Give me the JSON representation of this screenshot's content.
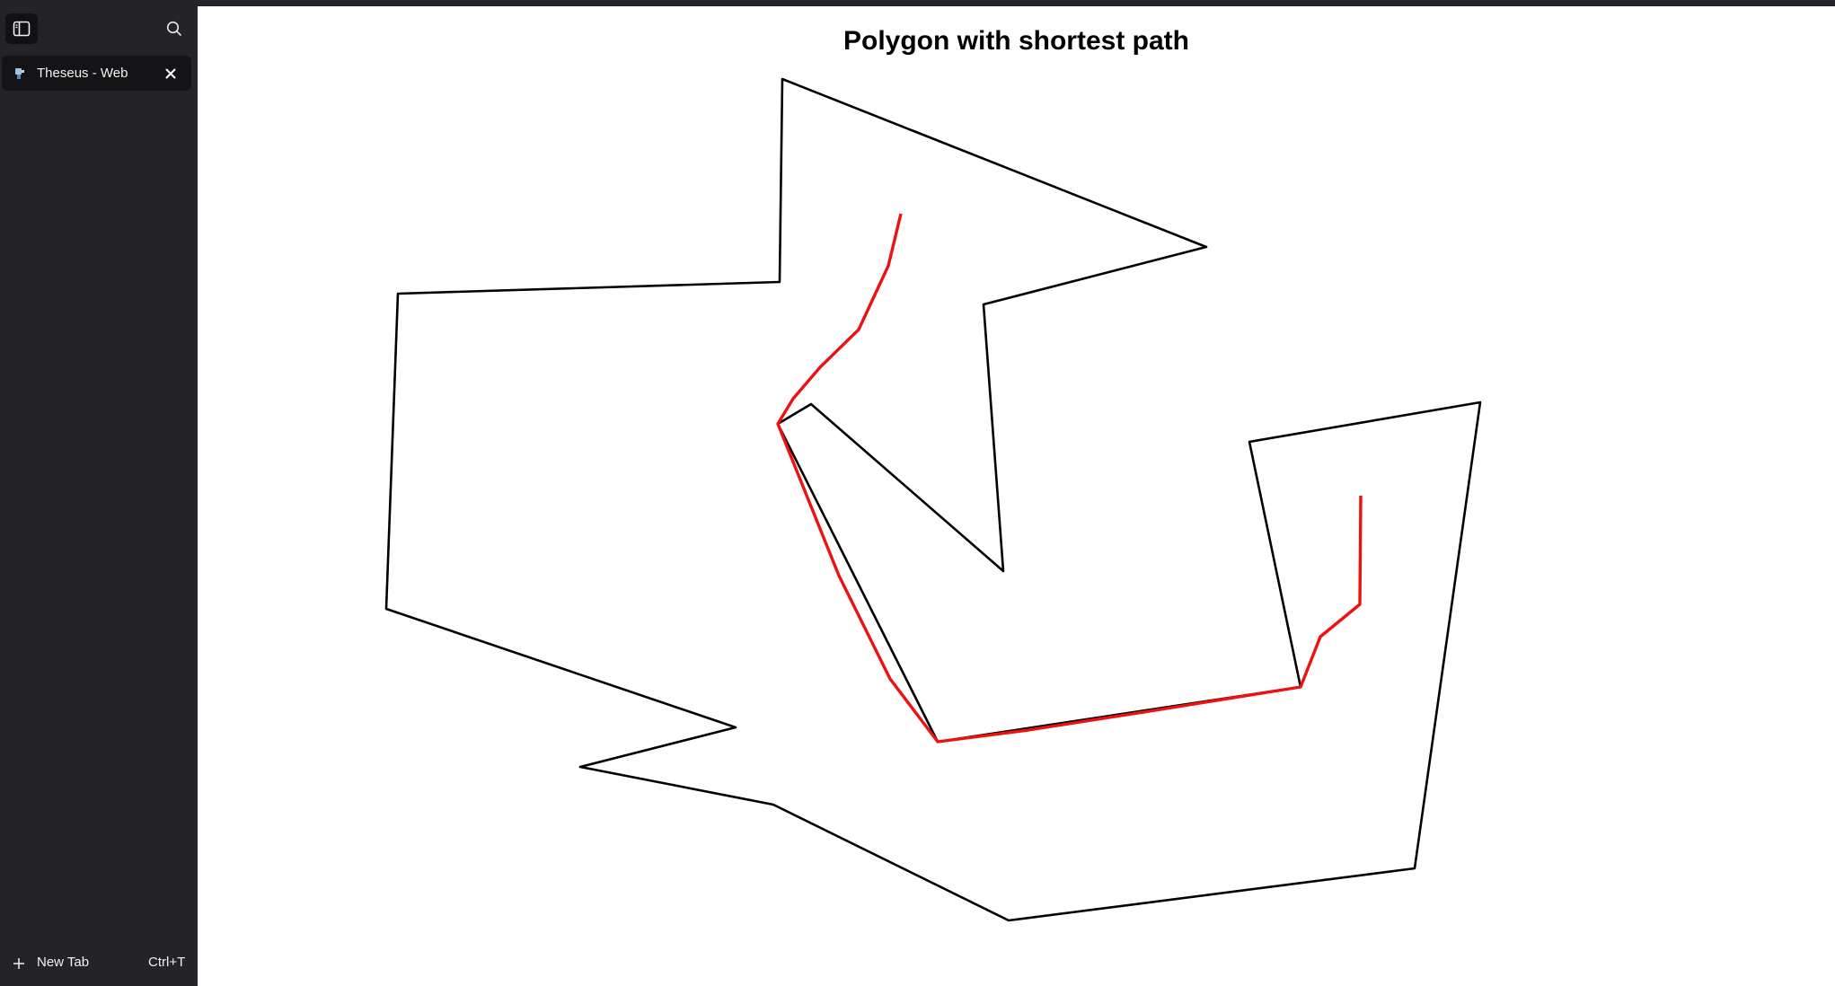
{
  "sidebar": {
    "tab": {
      "title": "Theseus - Web",
      "favicon": "theseus-favicon-icon"
    },
    "new_tab": {
      "label": "New Tab",
      "shortcut": "Ctrl+T"
    }
  },
  "page": {
    "title": "Polygon with shortest path"
  },
  "chart_data": {
    "type": "line",
    "title": "Polygon with shortest path",
    "xlim": [
      220,
      2043
    ],
    "ylim": [
      1098,
      0
    ],
    "series": [
      {
        "kind": "polygon",
        "color": "#000000",
        "points": [
          [
            871,
            88
          ],
          [
            1343,
            275
          ],
          [
            1095,
            339
          ],
          [
            1117,
            636
          ],
          [
            903,
            450
          ],
          [
            866,
            472
          ],
          [
            1044,
            826
          ],
          [
            1448,
            765
          ],
          [
            1391,
            492
          ],
          [
            1648,
            448
          ],
          [
            1575,
            967
          ],
          [
            1123,
            1025
          ],
          [
            861,
            896
          ],
          [
            646,
            854
          ],
          [
            819,
            810
          ],
          [
            430,
            678
          ],
          [
            443,
            327
          ],
          [
            868,
            314
          ]
        ]
      },
      {
        "kind": "path",
        "color": "#ee1111",
        "points": [
          [
            1003,
            238
          ],
          [
            989,
            296
          ],
          [
            956,
            367
          ],
          [
            913,
            409
          ],
          [
            883,
            444
          ],
          [
            866,
            472
          ],
          [
            934,
            641
          ],
          [
            991,
            756
          ],
          [
            1044,
            826
          ],
          [
            1145,
            813
          ],
          [
            1286,
            791
          ],
          [
            1448,
            765
          ],
          [
            1470,
            709
          ],
          [
            1514,
            673
          ],
          [
            1515,
            552
          ]
        ]
      }
    ]
  }
}
